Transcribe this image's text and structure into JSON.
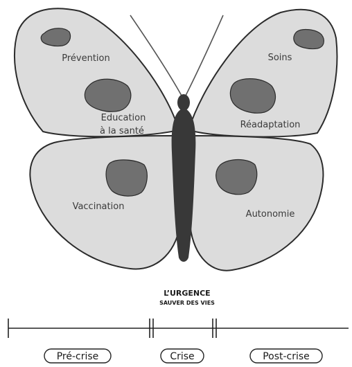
{
  "wings": {
    "upper_left": [
      "Prévention",
      "Education",
      "à la santé"
    ],
    "lower_left": [
      "Vaccination"
    ],
    "upper_right": [
      "Soins",
      "Réadaptation"
    ],
    "lower_right": [
      "Autonomie"
    ]
  },
  "caption": {
    "line1": "L’URGENCE",
    "line2": "SAUVER DES VIES"
  },
  "phases": [
    "Pré-crise",
    "Crise",
    "Post-crise"
  ],
  "colors": {
    "wing": "#dcdcdc",
    "outline": "#2b2b2b",
    "spot": "#707070",
    "body": "#383838"
  }
}
